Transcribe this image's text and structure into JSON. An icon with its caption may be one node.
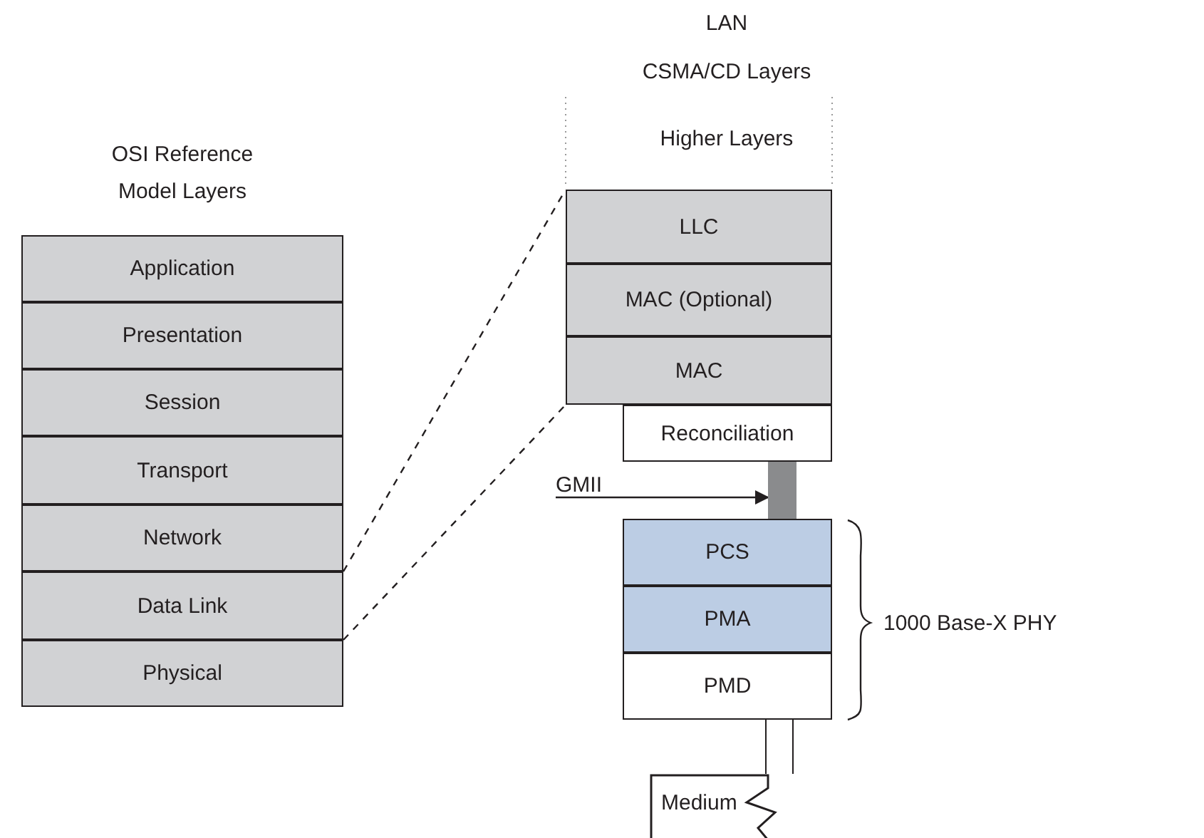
{
  "diagram": {
    "nodes": [
      {
        "text": [
          "Application"
        ]
      },
      {
        "text": [
          "Presentation"
        ]
      },
      {
        "text": [
          "Session"
        ]
      },
      {
        "text": [
          "Transport"
        ]
      },
      {
        "text": [
          "Network"
        ]
      },
      {
        "text": [
          "Data Link"
        ]
      },
      {
        "text": [
          "Physical"
        ]
      },
      {
        "text": [
          "LLC"
        ]
      },
      {
        "text": [
          "MAC (Optional)"
        ]
      },
      {
        "text": [
          "MAC"
        ]
      },
      {
        "text": [
          "Reconciliation"
        ]
      },
      {
        "text": [],
        "shape": "bar"
      },
      {
        "text": [
          "PCS"
        ]
      },
      {
        "text": [
          "PMA"
        ]
      },
      {
        "text": [
          "PMD"
        ]
      },
      {
        "text": [],
        "shape": "box"
      },
      {
        "text": [
          "Medium"
        ]
      },
      {
        "text": [
          "GMII"
        ]
      }
    ],
    "edges": [
      {
        "from": 5,
        "to": 7,
        "arrow": "none",
        "style": "dashed"
      },
      {
        "from": 5,
        "to": 9,
        "arrow": "none",
        "style": "dashed"
      },
      {
        "from": 17,
        "to": 11,
        "arrow": "to"
      }
    ],
    "labels": [
      "LAN",
      "CSMA/CD Layers",
      "OSI Reference Model Layers",
      "Higher Layers",
      "1000 Base-X PHY"
    ]
  }
}
